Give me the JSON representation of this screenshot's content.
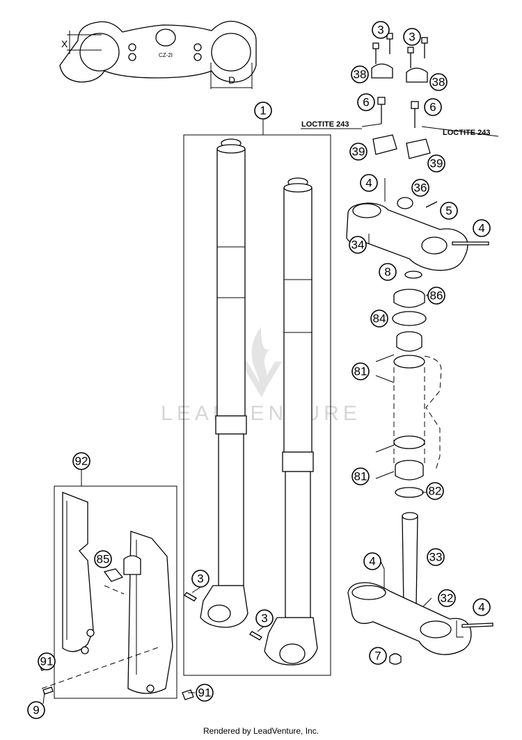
{
  "watermark": "LEADVENTURE",
  "footer": "Rendered by LeadVenture, Inc.",
  "loctite_left": "LOCTITE 243",
  "loctite_right": "LOCTITE 243",
  "dim_x": "X",
  "dim_d": "D",
  "callouts": {
    "c1": "1",
    "c3a": "3",
    "c3b": "3",
    "c38a": "38",
    "c38b": "38",
    "c6a": "6",
    "c6b": "6",
    "c39a": "39",
    "c39b": "39",
    "c4a": "4",
    "c36": "36",
    "c5": "5",
    "c4b": "4",
    "c34": "34",
    "c8": "8",
    "c86": "86",
    "c84": "84",
    "c81a": "81",
    "c81b": "81",
    "c82": "82",
    "c33": "33",
    "c4c": "4",
    "c32": "32",
    "c4d": "4",
    "c7": "7",
    "c92": "92",
    "c85": "85",
    "c3c": "3",
    "c3d": "3",
    "c91a": "91",
    "c91b": "91",
    "c9": "9"
  }
}
